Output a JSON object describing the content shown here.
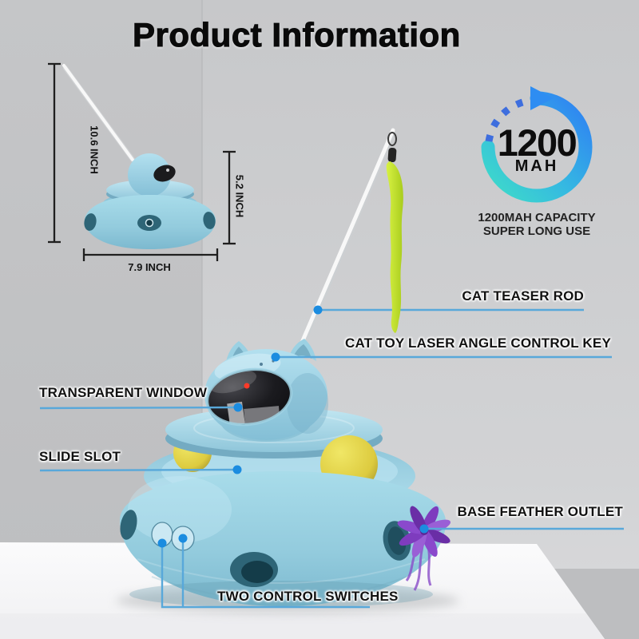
{
  "title": "Product Information",
  "product_diagram": {
    "height_label": "10.6 INCH",
    "dome_height_label": "5.2 INCH",
    "width_label": "7.9 INCH"
  },
  "battery_badge": {
    "value": "1200",
    "unit": "MAH",
    "caption_line1": "1200MAH CAPACITY",
    "caption_line2": "SUPER LONG USE",
    "ring_teal": "#3fdfc6",
    "ring_blue": "#2e79f5"
  },
  "callouts": {
    "teaser_rod": "CAT TEASER ROD",
    "laser_key": "CAT TOY LASER ANGLE CONTROL KEY",
    "transparent_window": "TRANSPARENT WINDOW",
    "slide_slot": "SLIDE SLOT",
    "feather_outlet": "BASE FEATHER OUTLET",
    "control_switches": "TWO CONTROL SWITCHES"
  },
  "colors": {
    "leader_line": "#58a8da",
    "leader_dot": "#1b8ce0",
    "toy_body_blue": "#9fd4e6",
    "ball_yellow": "#e3d44b",
    "worm_green": "#c8e63c",
    "feather_purple": "#8b49cc",
    "label_text": "#111111",
    "wall_gray": "#c9cacc",
    "table_white": "#f7f7f8"
  }
}
